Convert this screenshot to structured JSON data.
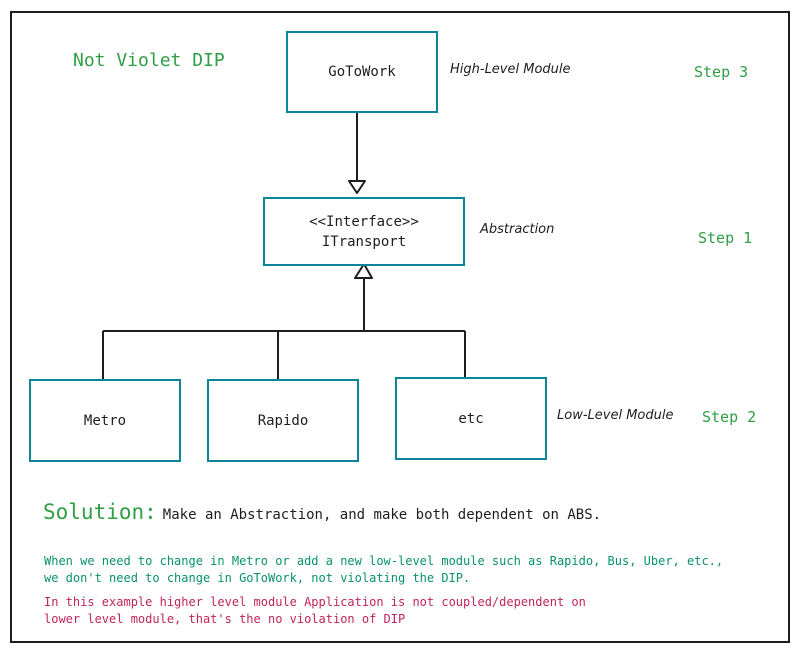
{
  "title": "Not Violet DIP",
  "boxes": {
    "gotowork": "GoToWork",
    "interface_stereotype": "<<Interface>>",
    "interface_name": "ITransport",
    "metro": "Metro",
    "rapido": "Rapido",
    "etc": "etc"
  },
  "annotations": {
    "high_level": "High-Level Module",
    "abstraction": "Abstraction",
    "low_level": "Low-Level Module"
  },
  "steps": {
    "step3": "Step 3",
    "step1": "Step 1",
    "step2": "Step 2"
  },
  "solution": {
    "label": "Solution:",
    "text": "Make an Abstraction, and make both dependent on ABS."
  },
  "notes": {
    "green_line1": "When we need to change in Metro or add a new low-level module such as Rapido, Bus, Uber, etc.,",
    "green_line2": "we don't need to change in GoToWork, not violating the DIP.",
    "pink_line1": "In this example higher level module Application is not coupled/dependent on",
    "pink_line2": "lower level module, that's the no violation of DIP"
  },
  "colors": {
    "box_border": "#0c8599",
    "green": "#2f9e44",
    "note_green": "#099268",
    "note_pink": "#c2255c",
    "stroke": "#1e1e1e"
  }
}
